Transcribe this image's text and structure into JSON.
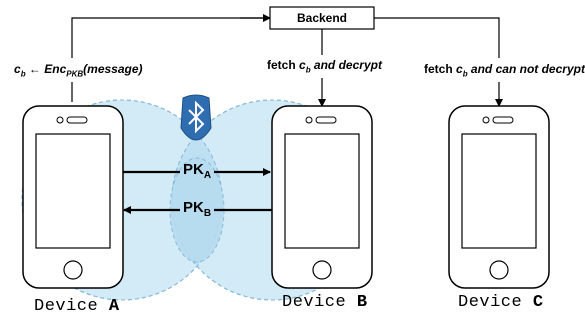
{
  "backend": {
    "label": "Backend"
  },
  "encrypt_label": {
    "var": "c",
    "var_sub": "b",
    "arrow": "←",
    "func": "Enc",
    "func_sub": "PKB",
    "arg": "(message)"
  },
  "fetch_decrypt": {
    "prefix": "fetch ",
    "var": "c",
    "var_sub": "b",
    "suffix": " and decrypt"
  },
  "fetch_no_decrypt": {
    "prefix": "fetch ",
    "var": "c",
    "var_sub": "b",
    "suffix": " and can not decrypt"
  },
  "key_exchange": {
    "pk_a": {
      "text": "PK",
      "sub": "A"
    },
    "pk_b": {
      "text": "PK",
      "sub": "B"
    }
  },
  "devices": [
    {
      "prefix": "Device ",
      "letter": "A"
    },
    {
      "prefix": "Device ",
      "letter": "B"
    },
    {
      "prefix": "Device ",
      "letter": "C"
    }
  ],
  "bluetooth": {
    "icon": "bluetooth-icon",
    "color": "#2f6db1"
  },
  "colors": {
    "bubble_fill": "#cfe8f6",
    "bubble_stroke": "#7fb2d6"
  }
}
